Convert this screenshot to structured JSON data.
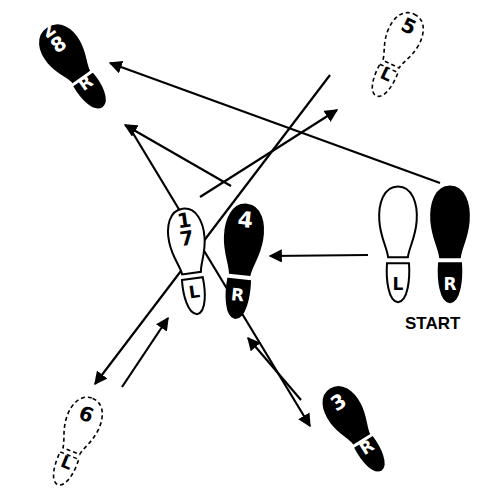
{
  "diagram": {
    "nodes": [
      {
        "text": [
          "2",
          "8",
          "R"
        ]
      },
      {
        "text": [
          "5",
          "L"
        ]
      },
      {
        "text": [
          "1",
          "7",
          "L"
        ]
      },
      {
        "text": [
          "4",
          "R"
        ]
      },
      {
        "text": [
          "L"
        ]
      },
      {
        "text": [
          "R"
        ]
      },
      {
        "text": [
          "6",
          "L"
        ]
      },
      {
        "text": [
          "3",
          "R"
        ]
      }
    ],
    "edges": [
      {
        "from": 4,
        "to": 2,
        "arrow": "to"
      },
      {
        "from": 5,
        "to": 0,
        "arrow": "to"
      },
      {
        "from": 0,
        "to": 7,
        "arrow": "to"
      },
      {
        "from": 7,
        "to": 3,
        "arrow": "to"
      },
      {
        "from": 2,
        "to": 1,
        "arrow": "to"
      },
      {
        "from": 1,
        "to": 6,
        "arrow": "to"
      },
      {
        "from": 6,
        "to": 2,
        "arrow": "to"
      },
      {
        "from": 3,
        "to": 0,
        "arrow": "to"
      }
    ],
    "labels": [
      "START"
    ]
  }
}
